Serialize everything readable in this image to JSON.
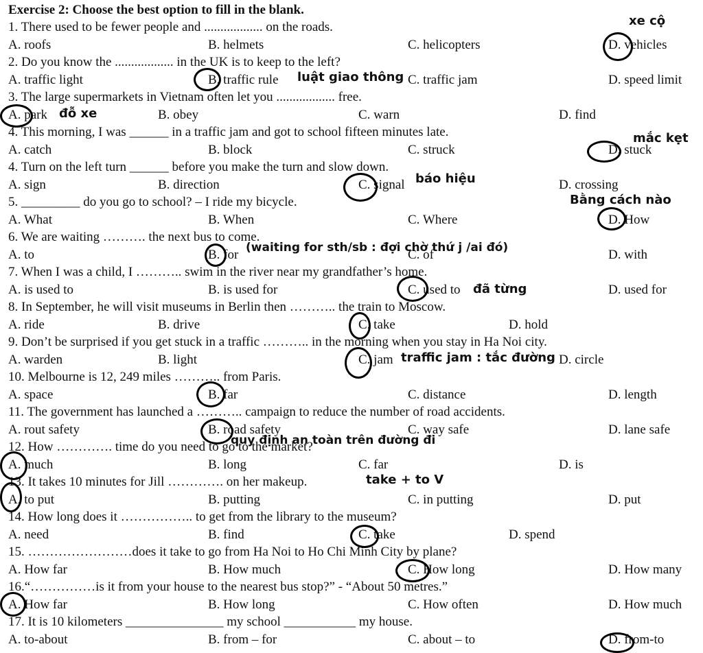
{
  "title": "Exercise 2: Choose the best option to fill in the blank.",
  "questions": [
    {
      "q": "1. There used to be fewer people and .................. on the roads.",
      "a": "A. roofs",
      "b": "B. helmets",
      "c": "C. helicopters",
      "d": "D. vehicles"
    },
    {
      "q": "2. Do you know the .................. in the UK is to keep to the left?",
      "a": "A. traffic light",
      "b": "B. traffic rule",
      "c": "C. traffic jam",
      "d": "D. speed limit"
    },
    {
      "q": "3. The large supermarkets in Vietnam often let you .................. free.",
      "a": "A. park",
      "b": "B. obey",
      "c": "C. warn",
      "d": "D. find"
    },
    {
      "q": "4. This morning, I was ______ in a traffic jam and got to school fifteen minutes late.",
      "a": "A. catch",
      "b": "B. block",
      "c": "C. struck",
      "d": "D. stuck"
    },
    {
      "q": "4. Turn on the left turn ______ before you make the turn and slow down.",
      "a": "A. sign",
      "b": "B. direction",
      "c": "C. signal",
      "d": "D. crossing"
    },
    {
      "q": "5. _________ do you go to school? – I ride my bicycle.",
      "a": "A. What",
      "b": "B. When",
      "c": "C. Where",
      "d": "D. How"
    },
    {
      "q": "6. We are waiting ………. the next bus to come.",
      "a": "A. to",
      "b": "B. for",
      "c": "C. of",
      "d": "D. with"
    },
    {
      "q": "7. When I was a child, I ……….. swim in the river near my grandfather’s home.",
      "a": "A. is used to",
      "b": "B. is used for",
      "c": "C. used to",
      "d": "D. used for"
    },
    {
      "q": "8. In September, he will visit museums in Berlin then ……….. the train to Moscow.",
      "a": "A. ride",
      "b": "B. drive",
      "c": "C. take",
      "d": "D. hold"
    },
    {
      "q": "9. Don’t be surprised if you get stuck in a traffic ……….. in the morning when you stay in Ha Noi city.",
      "a": "A. warden",
      "b": "B. light",
      "c": "C. jam",
      "d": "D. circle"
    },
    {
      "q": "10. Melbourne is 12, 249 miles ……….. from Paris.",
      "a": "A. space",
      "b": "B. far",
      "c": "C. distance",
      "d": "D. length"
    },
    {
      "q": "11. The government has launched a ……….. campaign to reduce the number of road accidents.",
      "a": "A. rout safety",
      "b": "B. road safety",
      "c": "C. way safe",
      "d": "D. lane safe"
    },
    {
      "q": "12. How …………. time do you need to go to the market?",
      "a": "A. much",
      "b": "B. long",
      "c": "C. far",
      "d": "D. is"
    },
    {
      "q": "13. It takes 10 minutes for Jill …………. on her makeup.",
      "a": "A. to put",
      "b": "B. putting",
      "c": "C. in putting",
      "d": "D. put"
    },
    {
      "q": "14. How long does it …………….. to get from the library to the museum?",
      "a": "A. need",
      "b": "B. find",
      "c": "C. take",
      "d": "D. spend"
    },
    {
      "q": "15. ……………………does it take to go from Ha Noi to Ho Chi Minh City by plane?",
      "a": "A. How far",
      "b": "B. How much",
      "c": "C. How long",
      "d": "D. How many"
    },
    {
      "q": "16.“……………is it from your house to the nearest bus stop?” - “About 50 metres.”",
      "a": "A. How far",
      "b": "B. How long",
      "c": "C. How often",
      "d": "D. How much"
    },
    {
      "q": "17. It is 10 kilometers _______________ my school ___________ my house.",
      "a": "A. to-about",
      "b": "B. from – for",
      "c": "C. about – to",
      "d": "D. from-to"
    }
  ],
  "notes": {
    "xe_co": "xe cộ",
    "luat_giao_thong": "luật giao thông",
    "do_xe": "đỗ xe",
    "mac_ket": "mắc kẹt",
    "bao_hieu": "báo hiệu",
    "bang_cach_nao": "Bằng cách nào",
    "waiting_for": "(waiting for sth/sb : đợi chờ thứ j /ai đó)",
    "da_tung": "đã từng",
    "traffic_jam": "traffic jam : tắc đường",
    "quy_dinh": "quy định an toàn trên đường đi",
    "take_to_v": "take + to V"
  }
}
